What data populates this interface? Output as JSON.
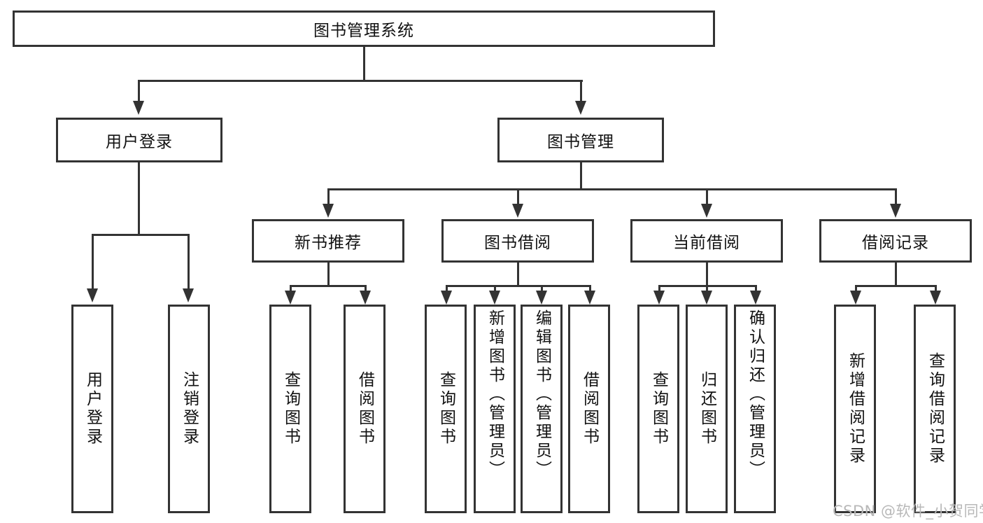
{
  "diagram": {
    "title": "图书管理系统",
    "type": "hierarchy-tree",
    "root": {
      "label": "图书管理系统"
    },
    "level2": [
      {
        "label": "用户登录"
      },
      {
        "label": "图书管理"
      }
    ],
    "level3": [
      {
        "label": "新书推荐"
      },
      {
        "label": "图书借阅"
      },
      {
        "label": "当前借阅"
      },
      {
        "label": "借阅记录"
      }
    ],
    "leaves": {
      "user_login": [
        {
          "label": "用户登录"
        },
        {
          "label": "注销登录"
        }
      ],
      "new_book_recommend": [
        {
          "label": "查询图书"
        },
        {
          "label": "借阅图书"
        }
      ],
      "book_borrow": [
        {
          "label": "查询图书"
        },
        {
          "label": "新增图书（管理员）"
        },
        {
          "label": "编辑图书（管理员）"
        },
        {
          "label": "借阅图书"
        }
      ],
      "current_borrow": [
        {
          "label": "查询图书"
        },
        {
          "label": "归还图书"
        },
        {
          "label": "确认归还（管理员）"
        }
      ],
      "borrow_records": [
        {
          "label": "新增借阅记录"
        },
        {
          "label": "查询借阅记录"
        }
      ]
    }
  },
  "watermark": {
    "text": "CSDN @软件_小贺同学"
  },
  "colors": {
    "stroke": "#333333",
    "background": "#ffffff",
    "text": "#111111",
    "watermark": "#b8b8b8"
  }
}
